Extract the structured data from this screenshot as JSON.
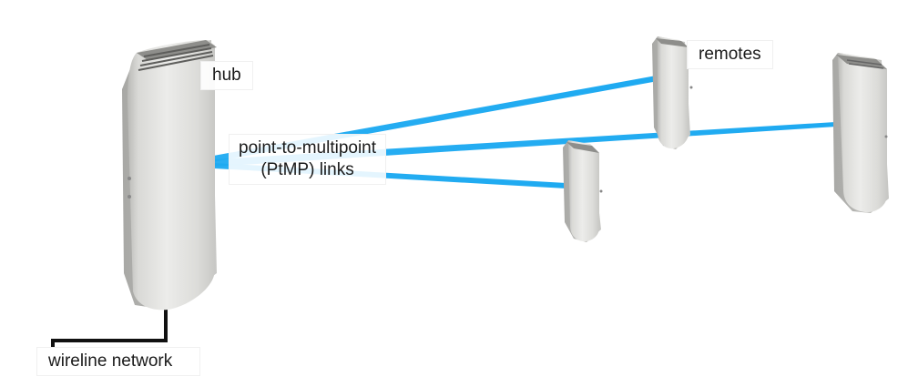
{
  "labels": {
    "hub": "hub",
    "remotes": "remotes",
    "links_line1": "point-to-multipoint",
    "links_line2": "(PtMP) links",
    "wireline": "wireline network"
  },
  "colors": {
    "link_beam": "#1eaaf1",
    "device_body": "#e4e4e2",
    "device_shade": "#bdbdba",
    "device_vent": "#8a8a88",
    "cable": "#111111"
  },
  "icons": {
    "hub": "outdoor-radio-hub-icon",
    "remote": "outdoor-radio-remote-icon"
  }
}
